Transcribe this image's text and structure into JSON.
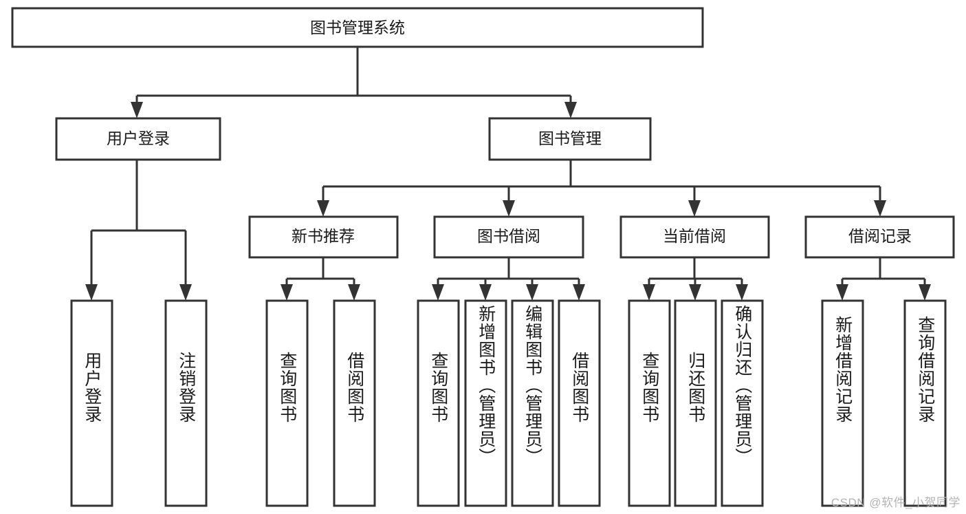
{
  "diagram": {
    "title": "图书管理系统",
    "type": "hierarchy-tree",
    "watermark": "CSDN @软件_小贺同学",
    "colors": {
      "stroke": "#333333",
      "box_fill": "#ffffff",
      "text": "#1a1a1a",
      "watermark": "#b4b4b4",
      "background": "#ffffff"
    },
    "root": {
      "id": "root",
      "label": "图书管理系统"
    },
    "level2": [
      {
        "id": "user-login",
        "label": "用户登录"
      },
      {
        "id": "book-manage",
        "label": "图书管理"
      }
    ],
    "level3": [
      {
        "id": "new-book-recommend",
        "label": "新书推荐",
        "parent": "book-manage"
      },
      {
        "id": "book-borrow",
        "label": "图书借阅",
        "parent": "book-manage"
      },
      {
        "id": "current-borrow",
        "label": "当前借阅",
        "parent": "book-manage"
      },
      {
        "id": "borrow-record",
        "label": "借阅记录",
        "parent": "book-manage"
      }
    ],
    "leaves": [
      {
        "id": "leaf-user-login",
        "label": "用户登录",
        "parent": "user-login"
      },
      {
        "id": "leaf-logout",
        "label": "注销登录",
        "parent": "user-login"
      },
      {
        "id": "leaf-query-book-1",
        "label": "查询图书",
        "parent": "new-book-recommend"
      },
      {
        "id": "leaf-borrow-book-1",
        "label": "借阅图书",
        "parent": "new-book-recommend"
      },
      {
        "id": "leaf-query-book-2",
        "label": "查询图书",
        "parent": "book-borrow"
      },
      {
        "id": "leaf-add-book",
        "label": "新增图书（管理员）",
        "parent": "book-borrow"
      },
      {
        "id": "leaf-edit-book",
        "label": "编辑图书（管理员）",
        "parent": "book-borrow"
      },
      {
        "id": "leaf-borrow-book-2",
        "label": "借阅图书",
        "parent": "book-borrow"
      },
      {
        "id": "leaf-query-book-3",
        "label": "查询图书",
        "parent": "current-borrow"
      },
      {
        "id": "leaf-return-book",
        "label": "归还图书",
        "parent": "current-borrow"
      },
      {
        "id": "leaf-confirm-return",
        "label": "确认归还（管理员）",
        "parent": "current-borrow"
      },
      {
        "id": "leaf-add-record",
        "label": "新增借阅记录",
        "parent": "borrow-record"
      },
      {
        "id": "leaf-query-record",
        "label": "查询借阅记录",
        "parent": "borrow-record"
      }
    ]
  }
}
